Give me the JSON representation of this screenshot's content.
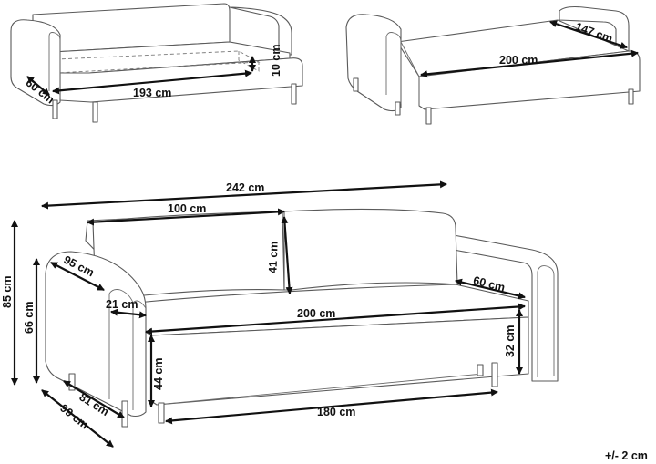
{
  "labels": {
    "top_left": {
      "length": "193 cm",
      "depth": "60 cm",
      "height": "10 cm"
    },
    "top_right": {
      "width": "147 cm",
      "length": "200 cm"
    },
    "main": {
      "total_width": "242 cm",
      "back_cushion_width": "100 cm",
      "back_cushion_height": "41 cm",
      "total_height": "85 cm",
      "arm_height": "66 cm",
      "arm_top_depth": "95 cm",
      "arm_width": "21 cm",
      "seat_depth": "60 cm",
      "seat_width": "200 cm",
      "seat_height": "32 cm",
      "base_height": "44 cm",
      "depth_inner": "81 cm",
      "depth_total": "99 cm",
      "base_width": "180 cm"
    },
    "tolerance": "+/- 2 cm"
  }
}
